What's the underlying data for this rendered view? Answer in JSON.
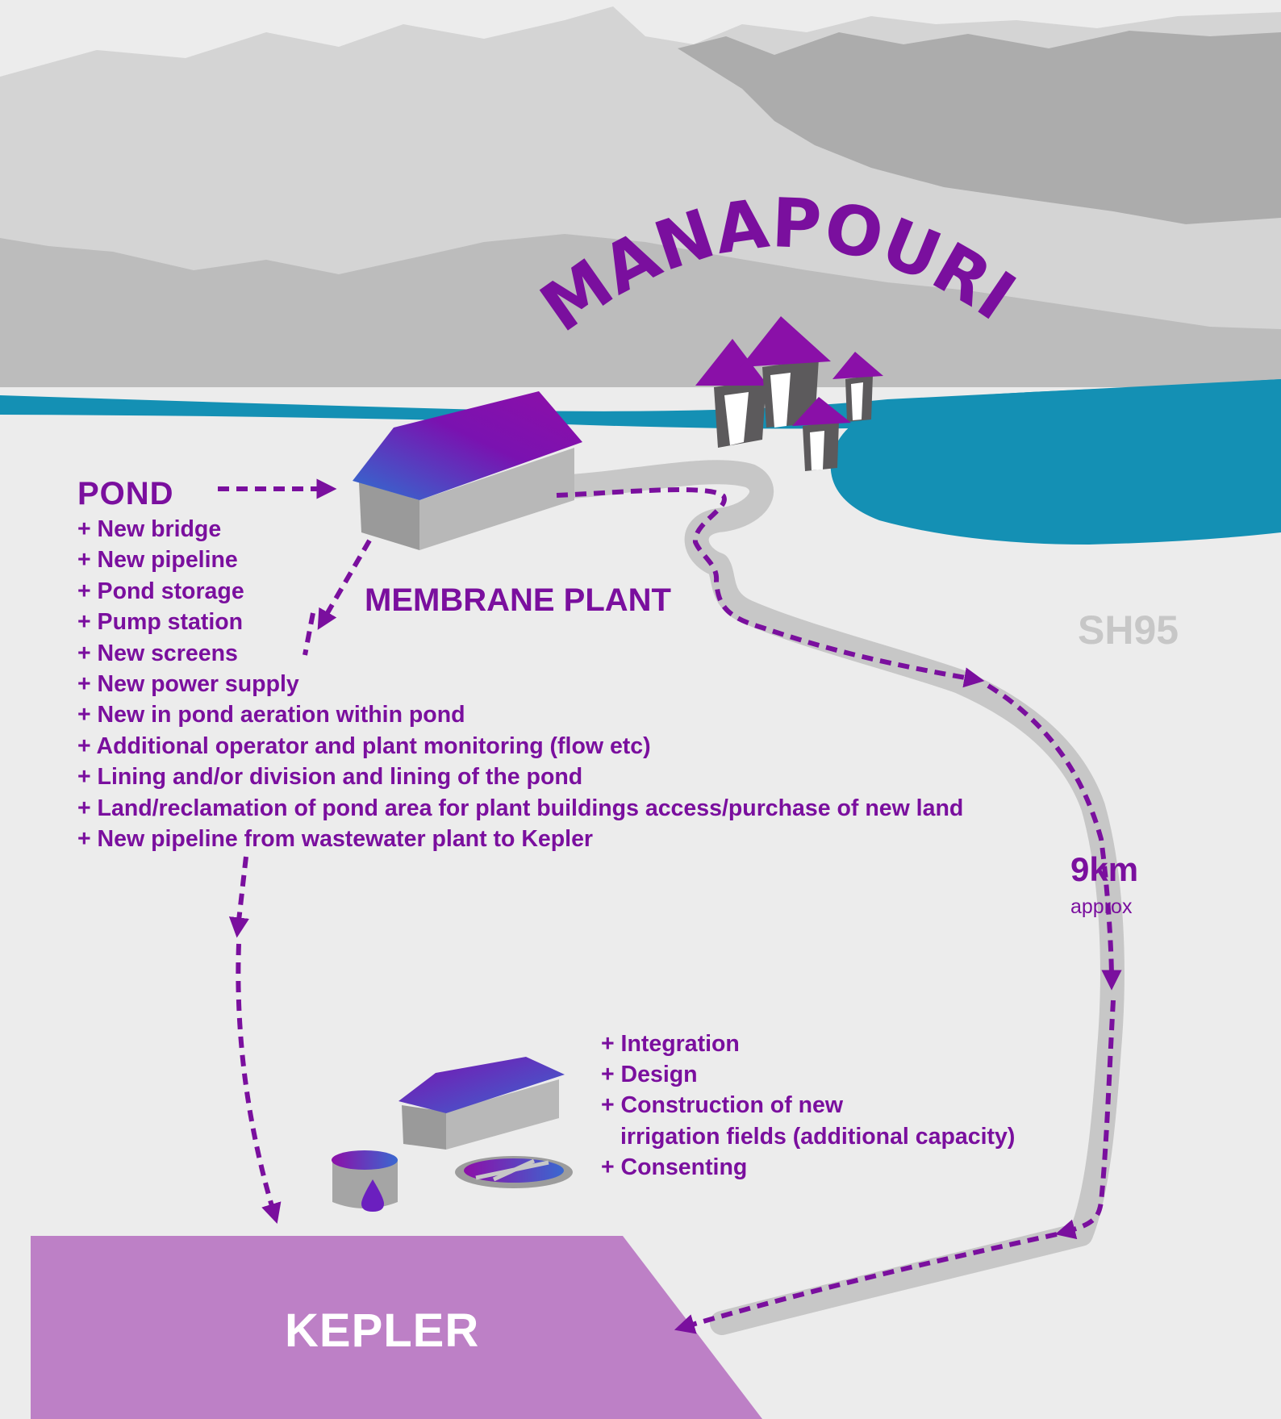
{
  "town": {
    "name": "MANAPOURI"
  },
  "road": {
    "name": "SH95"
  },
  "distance": {
    "value": "9km",
    "qualifier": "approx"
  },
  "pond": {
    "title": "POND",
    "items": [
      "+ New bridge",
      "+ New pipeline",
      "+ Pond storage",
      "+ Pump station",
      "+ New screens",
      "+ New power supply",
      "+ New in pond aeration within pond",
      "+ Additional operator and plant monitoring (flow etc)",
      "+ Lining and/or division and lining of the pond",
      "+ Land/reclamation of pond area for plant buildings access/purchase of new land",
      "+ New pipeline from wastewater plant to Kepler"
    ]
  },
  "membrane_plant": {
    "title": "MEMBRANE PLANT"
  },
  "kepler_works": {
    "items": [
      "+ Integration",
      "+ Design",
      "+ Construction of new",
      "irrigation fields (additional capacity)",
      "+ Consenting"
    ]
  },
  "kepler": {
    "name": "KEPLER"
  },
  "colors": {
    "accent_purple": "#7a0f9e",
    "lake_blue": "#1490b4",
    "kepler_area": "#bd80c6",
    "road_grey": "#c7c7c7",
    "mountain_dark": "#ababab",
    "mountain_mid": "#bfbfbf",
    "mountain_light": "#d3d3d3",
    "ground": "#ececec"
  }
}
